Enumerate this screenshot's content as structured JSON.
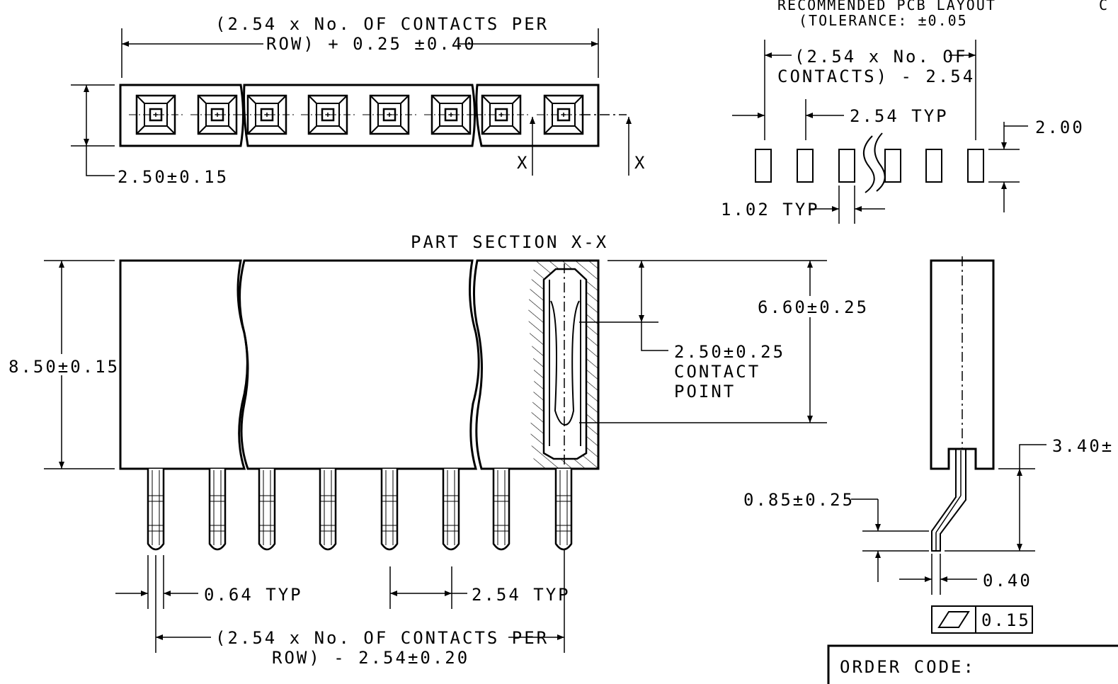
{
  "labels": {
    "top_overall_1": "(2.54 x No. OF CONTACTS PER",
    "top_overall_2": "ROW) + 0.25 ±0.40",
    "top_height": "2.50±0.15",
    "section_x": "X",
    "section_x2": "X",
    "pcb_title_1": "RECOMMENDED PCB LAYOUT",
    "pcb_title_2": "(TOLERANCE: ±0.05",
    "pcb_span_1": "(2.54 x No. OF",
    "pcb_span_2": "CONTACTS) - 2.54",
    "pcb_pitch": "2.54 TYP",
    "pcb_pad_h": "2.00",
    "pcb_pad_w": "1.02 TYP",
    "corner_c": "C",
    "part_section": "PART SECTION  X-X",
    "side_height": "8.50±0.15",
    "depth_660": "6.60±0.25",
    "contact_250": "2.50±0.25",
    "contact_word": "CONTACT",
    "point_word": "POINT",
    "pin_w": "0.64 TYP",
    "pin_pitch": "2.54 TYP",
    "bottom_overall_1": "(2.54 x No. OF CONTACTS PER",
    "bottom_overall_2": "ROW) - 2.54±0.20",
    "end_340": "3.40±",
    "end_085": "0.85±0.25",
    "end_040": "0.40",
    "flatness": "0.15",
    "order_code": "ORDER CODE:"
  }
}
